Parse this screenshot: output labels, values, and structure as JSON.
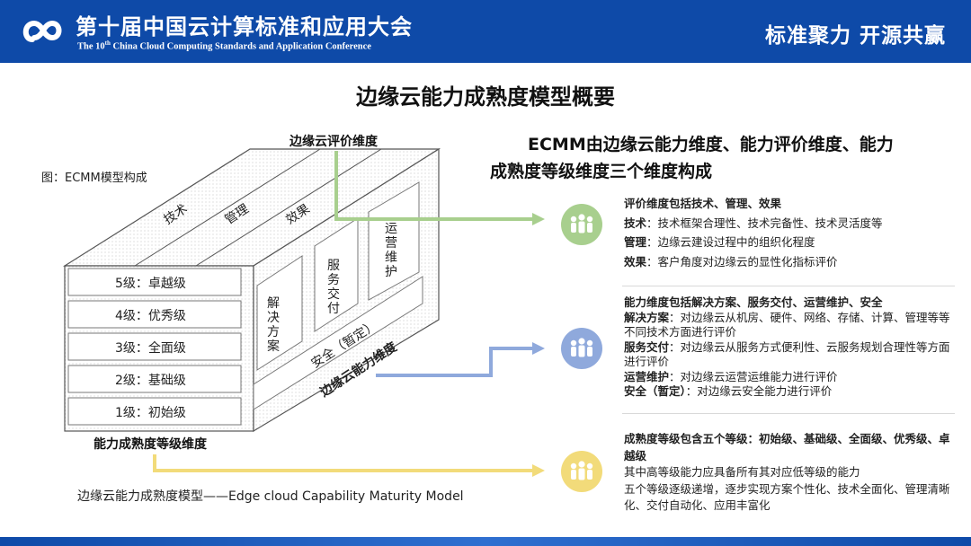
{
  "header": {
    "conference_title": "第十届中国云计算标准和应用大会",
    "conference_subtitle_prefix": "The 10",
    "conference_subtitle_sup": "th",
    "conference_subtitle_rest": " China Cloud Computing Standards and Application Conference",
    "slogan": "标准聚力  开源共赢",
    "brand_color": "#0e4aa8"
  },
  "page_title": "边缘云能力成熟度模型概要",
  "figure": {
    "caption": "图：ECMM模型构成",
    "eval_dimension_label": "边缘云评价维度",
    "capability_dimension_label": "边缘云能力维度",
    "maturity_dimension_label": "能力成熟度等级维度",
    "top_labels": [
      "技术",
      "管理",
      "效果"
    ],
    "capability_labels": [
      "解决方案",
      "服务交付",
      "运营维护",
      "安全（暂定）"
    ],
    "levels": [
      "5级：卓越级",
      "4级：优秀级",
      "3级：全面级",
      "2级：基础级",
      "1级：初始级"
    ],
    "model_caption": "边缘云能力成熟度模型——Edge cloud Capability Maturity Model"
  },
  "summary": {
    "line1": "ECMM由边缘云能力维度、能力评价维度、能力",
    "line2": "成熟度等级维度三个维度构成"
  },
  "panels": [
    {
      "icon": "people-group-icon",
      "color": "#a8cf8e",
      "title": "评价维度包括技术、管理、效果",
      "items": [
        {
          "term": "技术",
          "sep": "：",
          "desc": "技术框架合理性、技术完备性、技术灵活度等"
        },
        {
          "term": "管理",
          "sep": "：",
          "desc": "边缘云建设过程中的组织化程度"
        },
        {
          "term": "效果",
          "sep": "：",
          "desc": "客户角度对边缘云的显性化指标评价"
        }
      ]
    },
    {
      "icon": "people-group-icon",
      "color": "#8fa9dc",
      "title": "能力维度包括解决方案、服务交付、运营维护、安全",
      "items": [
        {
          "term": "解决方案",
          "sep": "：",
          "desc": "对边缘云从机房、硬件、网络、存储、计算、管理等等不同技术方面进行评价"
        },
        {
          "term": "服务交付",
          "sep": "：",
          "desc": "对边缘云从服务方式便利性、云服务规划合理性等方面进行评价"
        },
        {
          "term": "运营维护",
          "sep": "：",
          "desc": "对边缘云运营运维能力进行评价"
        },
        {
          "term": "安全（暂定）",
          "sep": "：",
          "desc": "对边缘云安全能力进行评价"
        }
      ]
    },
    {
      "icon": "people-group-icon",
      "color": "#f2db7a",
      "title": "成熟度等级包含五个等级：初始级、基础级、全面级、优秀级、卓越级",
      "lines": [
        "其中高等级能力应具备所有其对应低等级的能力",
        "五个等级逐级递增，逐步实现方案个性化、技术全面化、管理清晰化、交付自动化、应用丰富化"
      ]
    }
  ],
  "arrow_colors": {
    "green": "#a8cf8e",
    "blue": "#8fa9dc",
    "yellow": "#f2db7a"
  }
}
